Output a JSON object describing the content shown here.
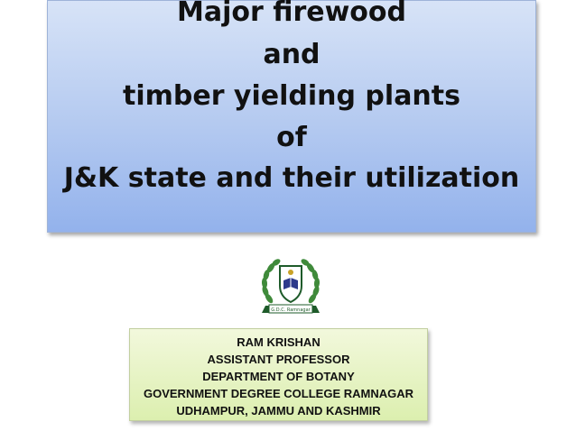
{
  "title": {
    "lines": [
      "Major firewood",
      "and",
      "timber yielding plants",
      "of",
      "J&K state and their utilization"
    ]
  },
  "logo": {
    "text": "G.D.C. Ramnagar",
    "colors": {
      "laurel": "#3f8a3a",
      "ribbon": "#1e5b2a",
      "book": "#2e3a8c",
      "accent": "#c9a227"
    }
  },
  "author": {
    "lines": [
      "RAM KRISHAN",
      "ASSISTANT PROFESSOR",
      "DEPARTMENT OF BOTANY",
      "GOVERNMENT DEGREE COLLEGE RAMNAGAR",
      "UDHAMPUR, JAMMU AND KASHMIR"
    ]
  }
}
